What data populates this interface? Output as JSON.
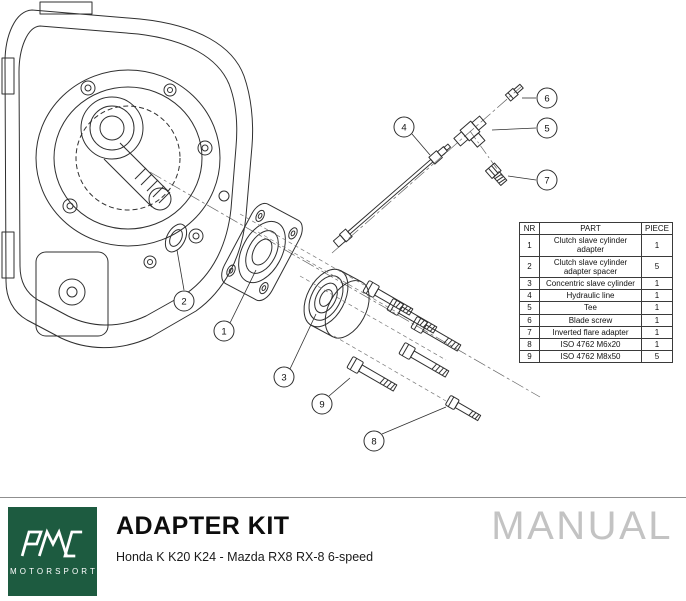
{
  "diagram": {
    "description": "Exploded technical drawing of clutch slave cylinder adapter kit on transmission bellhousing",
    "line_color": "#2f2f2f",
    "callouts": [
      "1",
      "2",
      "3",
      "4",
      "5",
      "6",
      "7",
      "8",
      "9"
    ]
  },
  "parts_table": {
    "headers": {
      "nr": "NR",
      "part": "PART",
      "piece": "PIECE"
    },
    "rows": [
      {
        "nr": "1",
        "part": "Clutch slave cylinder adapter",
        "piece": "1"
      },
      {
        "nr": "2",
        "part": "Clutch slave cylinder adapter spacer",
        "piece": "5"
      },
      {
        "nr": "3",
        "part": "Concentric slave cylinder",
        "piece": "1"
      },
      {
        "nr": "4",
        "part": "Hydraulic line",
        "piece": "1"
      },
      {
        "nr": "5",
        "part": "Tee",
        "piece": "1"
      },
      {
        "nr": "6",
        "part": "Blade screw",
        "piece": "1"
      },
      {
        "nr": "7",
        "part": "Inverted flare adapter",
        "piece": "1"
      },
      {
        "nr": "8",
        "part": "ISO 4762 M6x20",
        "piece": "1"
      },
      {
        "nr": "9",
        "part": "ISO 4762 M8x50",
        "piece": "5"
      }
    ]
  },
  "footer": {
    "logo": {
      "brand": "PMC",
      "label": "MOTORSPORT",
      "color": "#1d5b40"
    },
    "title": "ADAPTER KIT",
    "subtitle": "Honda K K20 K24 - Mazda RX8 RX-8 6-speed",
    "manual_label": "MANUAL",
    "manual_color": "#c3c3c3"
  }
}
